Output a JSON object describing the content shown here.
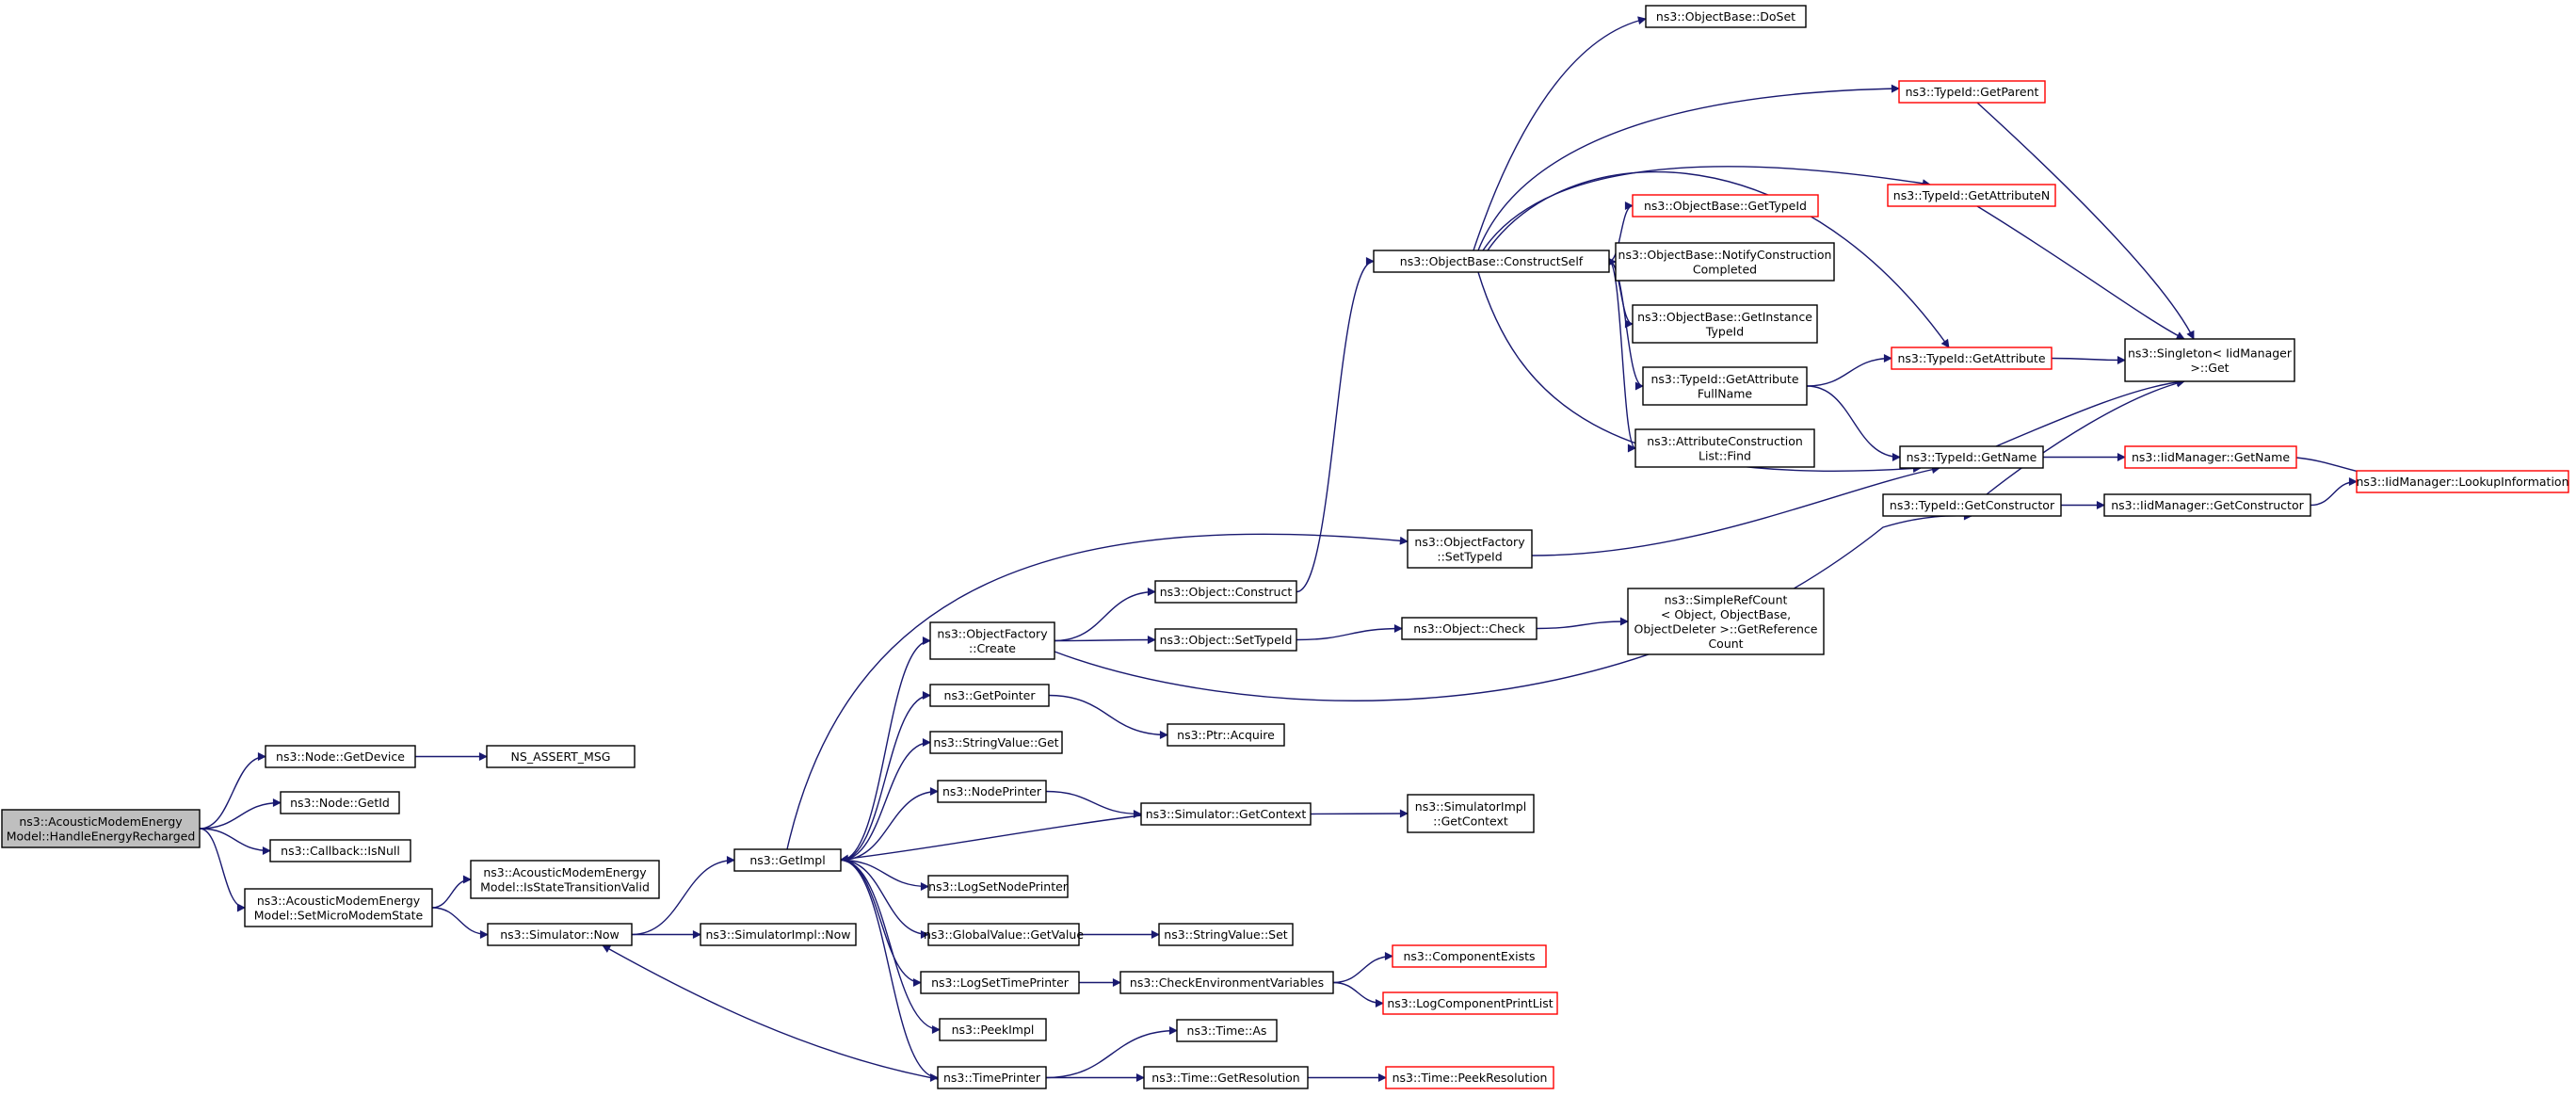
{
  "nodes": [
    {
      "id": "root",
      "lines": [
        "ns3::AcousticModemEnergy",
        "Model::HandleEnergyRecharged"
      ],
      "style": "root"
    },
    {
      "id": "getDevice",
      "lines": [
        "ns3::Node::GetDevice"
      ],
      "style": "normal"
    },
    {
      "id": "assertMsg",
      "lines": [
        "NS_ASSERT_MSG"
      ],
      "style": "normal"
    },
    {
      "id": "getId",
      "lines": [
        "ns3::Node::GetId"
      ],
      "style": "normal"
    },
    {
      "id": "isNull",
      "lines": [
        "ns3::Callback::IsNull"
      ],
      "style": "normal"
    },
    {
      "id": "setMicro",
      "lines": [
        "ns3::AcousticModemEnergy",
        "Model::SetMicroModemState"
      ],
      "style": "normal"
    },
    {
      "id": "isStateValid",
      "lines": [
        "ns3::AcousticModemEnergy",
        "Model::IsStateTransitionValid"
      ],
      "style": "normal"
    },
    {
      "id": "simNow",
      "lines": [
        "ns3::Simulator::Now"
      ],
      "style": "normal"
    },
    {
      "id": "simImplNow",
      "lines": [
        "ns3::SimulatorImpl::Now"
      ],
      "style": "normal"
    },
    {
      "id": "getImpl",
      "lines": [
        "ns3::GetImpl"
      ],
      "style": "normal"
    },
    {
      "id": "ofCreate",
      "lines": [
        "ns3::ObjectFactory",
        "::Create"
      ],
      "style": "normal"
    },
    {
      "id": "getPointer",
      "lines": [
        "ns3::GetPointer"
      ],
      "style": "normal"
    },
    {
      "id": "strGet",
      "lines": [
        "ns3::StringValue::Get"
      ],
      "style": "normal"
    },
    {
      "id": "nodePrinter",
      "lines": [
        "ns3::NodePrinter"
      ],
      "style": "normal"
    },
    {
      "id": "logSetNode",
      "lines": [
        "ns3::LogSetNodePrinter"
      ],
      "style": "normal"
    },
    {
      "id": "gvGetValue",
      "lines": [
        "ns3::GlobalValue::GetValue"
      ],
      "style": "normal"
    },
    {
      "id": "logSetTime",
      "lines": [
        "ns3::LogSetTimePrinter"
      ],
      "style": "normal"
    },
    {
      "id": "peekImpl",
      "lines": [
        "ns3::PeekImpl"
      ],
      "style": "normal"
    },
    {
      "id": "timePrinter",
      "lines": [
        "ns3::TimePrinter"
      ],
      "style": "normal"
    },
    {
      "id": "objConstruct",
      "lines": [
        "ns3::Object::Construct"
      ],
      "style": "normal"
    },
    {
      "id": "objSetTypeId",
      "lines": [
        "ns3::Object::SetTypeId"
      ],
      "style": "normal"
    },
    {
      "id": "ptrAcquire",
      "lines": [
        "ns3::Ptr::Acquire"
      ],
      "style": "normal"
    },
    {
      "id": "simGetContext",
      "lines": [
        "ns3::Simulator::GetContext"
      ],
      "style": "normal"
    },
    {
      "id": "strSet",
      "lines": [
        "ns3::StringValue::Set"
      ],
      "style": "normal"
    },
    {
      "id": "checkEnv",
      "lines": [
        "ns3::CheckEnvironmentVariables"
      ],
      "style": "normal"
    },
    {
      "id": "timeAs",
      "lines": [
        "ns3::Time::As"
      ],
      "style": "normal"
    },
    {
      "id": "timeGetRes",
      "lines": [
        "ns3::Time::GetResolution"
      ],
      "style": "normal"
    },
    {
      "id": "ofSetTypeId",
      "lines": [
        "ns3::ObjectFactory",
        "::SetTypeId"
      ],
      "style": "normal"
    },
    {
      "id": "objCheck",
      "lines": [
        "ns3::Object::Check"
      ],
      "style": "normal"
    },
    {
      "id": "simImplGetContext",
      "lines": [
        "ns3::SimulatorImpl",
        "::GetContext"
      ],
      "style": "normal"
    },
    {
      "id": "compExists",
      "lines": [
        "ns3::ComponentExists"
      ],
      "style": "red"
    },
    {
      "id": "logCompPrint",
      "lines": [
        "ns3::LogComponentPrintList"
      ],
      "style": "red"
    },
    {
      "id": "timePeekRes",
      "lines": [
        "ns3::Time::PeekResolution"
      ],
      "style": "red"
    },
    {
      "id": "obConstructSelf",
      "lines": [
        "ns3::ObjectBase::ConstructSelf"
      ],
      "style": "normal"
    },
    {
      "id": "simpleRefCount",
      "lines": [
        "ns3::SimpleRefCount",
        "< Object, ObjectBase,",
        "ObjectDeleter >::GetReference",
        "Count"
      ],
      "style": "normal"
    },
    {
      "id": "obDoSet",
      "lines": [
        "ns3::ObjectBase::DoSet"
      ],
      "style": "normal"
    },
    {
      "id": "obGetTypeId",
      "lines": [
        "ns3::ObjectBase::GetTypeId"
      ],
      "style": "red"
    },
    {
      "id": "obNotify",
      "lines": [
        "ns3::ObjectBase::NotifyConstruction",
        "Completed"
      ],
      "style": "normal"
    },
    {
      "id": "obGetInstance",
      "lines": [
        "ns3::ObjectBase::GetInstance",
        "TypeId"
      ],
      "style": "normal"
    },
    {
      "id": "tidGetAttrFull",
      "lines": [
        "ns3::TypeId::GetAttribute",
        "FullName"
      ],
      "style": "normal"
    },
    {
      "id": "acListFind",
      "lines": [
        "ns3::AttributeConstruction",
        "List::Find"
      ],
      "style": "normal"
    },
    {
      "id": "tidGetParent",
      "lines": [
        "ns3::TypeId::GetParent"
      ],
      "style": "red"
    },
    {
      "id": "tidGetAttrN",
      "lines": [
        "ns3::TypeId::GetAttributeN"
      ],
      "style": "red"
    },
    {
      "id": "tidGetAttr",
      "lines": [
        "ns3::TypeId::GetAttribute"
      ],
      "style": "red"
    },
    {
      "id": "tidGetName",
      "lines": [
        "ns3::TypeId::GetName"
      ],
      "style": "normal"
    },
    {
      "id": "tidGetConstructor",
      "lines": [
        "ns3::TypeId::GetConstructor"
      ],
      "style": "normal"
    },
    {
      "id": "singletonGet",
      "lines": [
        "ns3::Singleton< IidManager",
        ">::Get"
      ],
      "style": "normal"
    },
    {
      "id": "iidGetName",
      "lines": [
        "ns3::IidManager::GetName"
      ],
      "style": "red"
    },
    {
      "id": "iidGetConstructor",
      "lines": [
        "ns3::IidManager::GetConstructor"
      ],
      "style": "normal"
    },
    {
      "id": "iidLookup",
      "lines": [
        "ns3::IidManager::LookupInformation"
      ],
      "style": "red"
    }
  ],
  "edges": [
    [
      "root",
      "getDevice"
    ],
    [
      "root",
      "getId"
    ],
    [
      "root",
      "isNull"
    ],
    [
      "root",
      "setMicro"
    ],
    [
      "getDevice",
      "assertMsg"
    ],
    [
      "setMicro",
      "isStateValid"
    ],
    [
      "setMicro",
      "simNow"
    ],
    [
      "simNow",
      "simImplNow"
    ],
    [
      "simNow",
      "getImpl"
    ],
    [
      "getImpl",
      "ofCreate"
    ],
    [
      "getImpl",
      "getPointer"
    ],
    [
      "getImpl",
      "strGet"
    ],
    [
      "getImpl",
      "nodePrinter"
    ],
    [
      "getImpl",
      "logSetNode"
    ],
    [
      "getImpl",
      "gvGetValue"
    ],
    [
      "getImpl",
      "logSetTime"
    ],
    [
      "getImpl",
      "peekImpl"
    ],
    [
      "getImpl",
      "timePrinter"
    ],
    [
      "getImpl",
      "ofSetTypeId"
    ],
    [
      "ofCreate",
      "objConstruct"
    ],
    [
      "ofCreate",
      "objSetTypeId"
    ],
    [
      "ofCreate",
      "tidGetConstructor"
    ],
    [
      "getPointer",
      "ptrAcquire"
    ],
    [
      "nodePrinter",
      "simGetContext"
    ],
    [
      "simGetContext",
      "getImpl"
    ],
    [
      "simGetContext",
      "simImplGetContext"
    ],
    [
      "gvGetValue",
      "strSet"
    ],
    [
      "logSetTime",
      "checkEnv"
    ],
    [
      "checkEnv",
      "compExists"
    ],
    [
      "checkEnv",
      "logCompPrint"
    ],
    [
      "timePrinter",
      "simNow"
    ],
    [
      "timePrinter",
      "timeAs"
    ],
    [
      "timePrinter",
      "timeGetRes"
    ],
    [
      "timeGetRes",
      "timePeekRes"
    ],
    [
      "objConstruct",
      "obConstructSelf"
    ],
    [
      "objSetTypeId",
      "objCheck"
    ],
    [
      "objCheck",
      "simpleRefCount"
    ],
    [
      "ofSetTypeId",
      "tidGetName"
    ],
    [
      "obConstructSelf",
      "obDoSet"
    ],
    [
      "obConstructSelf",
      "tidGetParent"
    ],
    [
      "obConstructSelf",
      "tidGetAttrN"
    ],
    [
      "obConstructSelf",
      "obGetTypeId"
    ],
    [
      "obConstructSelf",
      "obNotify"
    ],
    [
      "obConstructSelf",
      "obGetInstance"
    ],
    [
      "obConstructSelf",
      "tidGetAttrFull"
    ],
    [
      "obConstructSelf",
      "acListFind"
    ],
    [
      "obConstructSelf",
      "tidGetName"
    ],
    [
      "obConstructSelf",
      "tidGetAttr"
    ],
    [
      "tidGetAttrFull",
      "tidGetAttr"
    ],
    [
      "tidGetAttrFull",
      "tidGetName"
    ],
    [
      "tidGetParent",
      "singletonGet"
    ],
    [
      "tidGetAttrN",
      "singletonGet"
    ],
    [
      "tidGetAttr",
      "singletonGet"
    ],
    [
      "tidGetName",
      "singletonGet"
    ],
    [
      "tidGetName",
      "iidGetName"
    ],
    [
      "tidGetConstructor",
      "singletonGet"
    ],
    [
      "tidGetConstructor",
      "iidGetConstructor"
    ],
    [
      "iidGetName",
      "iidLookup"
    ],
    [
      "iidGetConstructor",
      "iidLookup"
    ]
  ],
  "colors": {
    "edge": "#191970",
    "normal_border": "#000000",
    "red_border": "#ff0000",
    "root_fill": "#bfbfbf",
    "fill": "#ffffff"
  }
}
